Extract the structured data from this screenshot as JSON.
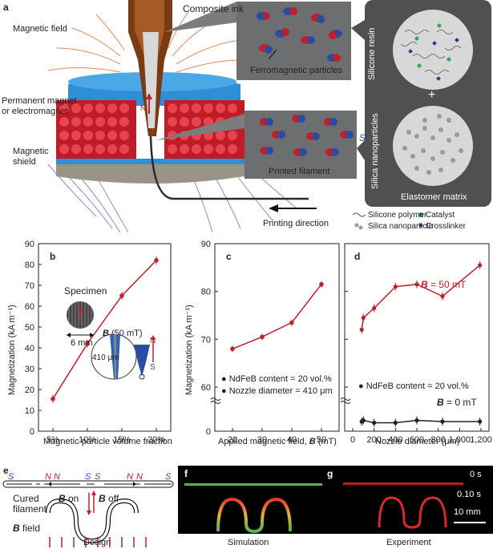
{
  "panel_a": {
    "letter": "a",
    "composite_ink": "Composite ink",
    "magnetic_field": "Magnetic field",
    "permanent_magnet_l1": "Permanent magnet",
    "permanent_magnet_l2": "or electromagnet",
    "magnetic_shield_l1": "Magnetic",
    "magnetic_shield_l2": "shield",
    "nozzle_N": "N",
    "ferromagnetic_particles": "Ferromagnetic particles",
    "printed_filament": "Printed filament",
    "N": "N",
    "S": "S",
    "printing_direction": "Printing direction",
    "silicone_resin": "Silicone resin",
    "silica_nanoparticles": "Silica nanoparticles",
    "elastomer_matrix": "Elastomer matrix",
    "plus": "+",
    "legend": {
      "silicone_polymer": "Silicone polymer",
      "catalyst": "Catalyst",
      "silica_nanoparticle": "Silica nanoparticle",
      "crosslinker": "Crosslinker"
    }
  },
  "chart_data": [
    {
      "id": "b",
      "type": "line",
      "x": [
        5,
        10,
        15,
        20
      ],
      "values": [
        15.5,
        42,
        65,
        82
      ],
      "x_ticks": [
        "5%",
        "10%",
        "15%",
        "20%"
      ],
      "y_ticks": [
        "0",
        "10",
        "20",
        "30",
        "40",
        "50",
        "60",
        "70",
        "80",
        "90"
      ],
      "ylabel": "Magnetization (kA m⁻¹)",
      "xlabel": "Magnetic particle volume fraction",
      "ylim": [
        0,
        90
      ],
      "inset": {
        "specimen": "Specimen",
        "size": "6 mm",
        "field_label_B": "B",
        "field_label_rest": "(50 mT)",
        "dimension": "410 μm",
        "N": "N",
        "S": "S"
      }
    },
    {
      "id": "c",
      "type": "line",
      "x": [
        20,
        30,
        40,
        50
      ],
      "values": [
        68,
        70.5,
        73.5,
        81.5
      ],
      "x_ticks": [
        "20",
        "30",
        "40",
        "50"
      ],
      "y_ticks": [
        "0",
        "60",
        "70",
        "80",
        "90"
      ],
      "ylabel": "Magnetization (kA m⁻¹)",
      "xlabel": "Applied magnetic field, B (mT)",
      "notes": [
        "NdFeB content = 20 vol.%",
        "Nozzle diameter = 410 μm"
      ]
    },
    {
      "id": "d",
      "type": "line",
      "series": [
        {
          "name": "B = 50 mT",
          "x": [
            84,
            100,
            200,
            400,
            600,
            840,
            1190
          ],
          "values": [
            72,
            74.5,
            76.5,
            81,
            81.5,
            79,
            85.5
          ]
        },
        {
          "name": "B = 0 mT",
          "x": [
            84,
            100,
            200,
            400,
            600,
            840,
            1190
          ],
          "values": [
            4,
            4.5,
            3.5,
            3.5,
            4.5,
            4,
            4
          ]
        }
      ],
      "x_ticks": [
        "0",
        "200",
        "400",
        "600",
        "800",
        "1,000",
        "1,200"
      ],
      "y_ticks": [
        "0",
        "60",
        "70",
        "80",
        "90"
      ],
      "xlabel": "Nozzle diameter (μm)",
      "notes": [
        "NdFeB content = 20 vol.%"
      ],
      "label_50": {
        "B": "B",
        "rest": " = 50 mT"
      },
      "label_0": {
        "B": "B",
        "rest": " = 0 mT"
      }
    }
  ],
  "panel_e": {
    "letter": "e",
    "poles": [
      "S",
      "N",
      "N",
      "S",
      "S",
      "N",
      "N",
      "S"
    ],
    "cured_filament_l1": "Cured",
    "cured_filament_l2": "filament",
    "b_on_B": "B",
    "b_on_rest": " on",
    "b_off_B": "B",
    "b_off_rest": " off",
    "b_field_B": "B",
    "b_field_rest": " field",
    "design": "Design"
  },
  "panel_f": {
    "letter": "f",
    "caption": "Simulation"
  },
  "panel_g": {
    "letter": "g",
    "caption": "Experiment",
    "t0": "0 s",
    "t1": "0.10 s",
    "scale": "10 mm"
  },
  "colors": {
    "accent_red": "#c0202c",
    "accent_blue": "#2b4da0",
    "panel_grey": "#6d6e70",
    "dark_grey": "#4f5052"
  }
}
